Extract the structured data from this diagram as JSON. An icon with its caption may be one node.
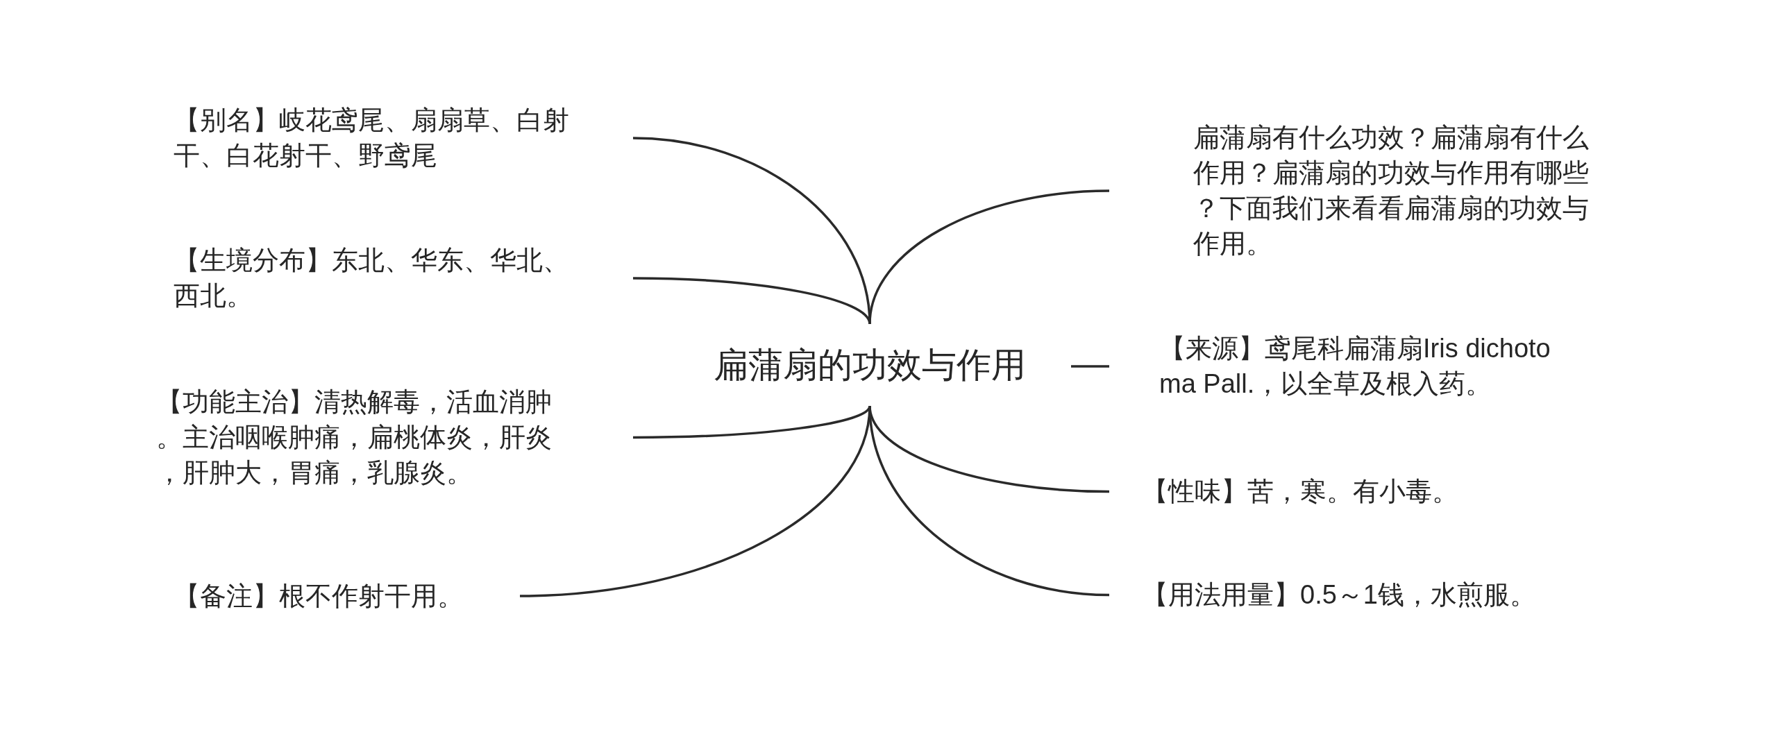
{
  "diagram": {
    "nodes": [
      {
        "text": [
          "扁蒲扇的功效与作用"
        ]
      },
      {
        "text": [
          "【别名】岐花鸢尾、扇扇草、白射干、白花射干、野鸢尾"
        ]
      },
      {
        "text": [
          "【生境分布】东北、华东、华北、西北。"
        ]
      },
      {
        "text": [
          "【功能主治】清热解毒，活血消肿。主治咽喉肿痛，扁桃体炎，肝炎，肝肿大，胃痛，乳腺炎。"
        ]
      },
      {
        "text": [
          "【备注】根不作射干用。"
        ]
      },
      {
        "text": [
          "扁蒲扇有什么功效？扁蒲扇有什么作用？扁蒲扇的功效与作用有哪些？下面我们来看看扁蒲扇的功效与作用。"
        ]
      },
      {
        "text": [
          "【来源】鸢尾科扁蒲扇Iris dichotoma Pall.，以全草及根入药。"
        ]
      },
      {
        "text": [
          "【性味】苦，寒。有小毒。"
        ]
      },
      {
        "text": [
          "【用法用量】0.5～1钱，水煎服。"
        ]
      }
    ],
    "edges": [
      {
        "from": 0,
        "to": 1,
        "arrow": "none"
      },
      {
        "from": 0,
        "to": 2,
        "arrow": "none"
      },
      {
        "from": 0,
        "to": 3,
        "arrow": "none"
      },
      {
        "from": 0,
        "to": 4,
        "arrow": "none"
      },
      {
        "from": 0,
        "to": 5,
        "arrow": "none"
      },
      {
        "from": 0,
        "to": 6,
        "arrow": "none"
      },
      {
        "from": 0,
        "to": 7,
        "arrow": "none"
      },
      {
        "from": 0,
        "to": 8,
        "arrow": "none"
      }
    ]
  }
}
